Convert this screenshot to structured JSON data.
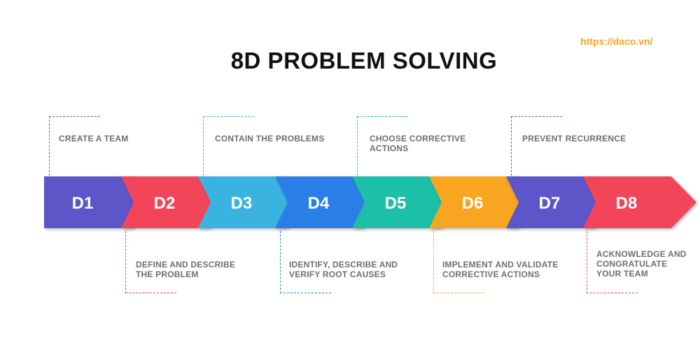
{
  "header": {
    "url": "https://daco.vn/",
    "title": "8D PROBLEM SOLVING"
  },
  "colors": {
    "D1": "#5b57c9",
    "D2": "#f2455a",
    "D3": "#3ab3e0",
    "D4": "#2a7fe6",
    "D5": "#1fbfa7",
    "D6": "#f8a623",
    "D7": "#5b57c9",
    "D8": "#f2455a"
  },
  "steps": [
    {
      "code": "D1",
      "text": "CREATE A TEAM"
    },
    {
      "code": "D2",
      "text": "DEFINE AND DESCRIBE\nTHE PROBLEM"
    },
    {
      "code": "D3",
      "text": "CONTAIN THE PROBLEMS"
    },
    {
      "code": "D4",
      "text": "IDENTIFY, DESCRIBE AND\nVERIFY ROOT CAUSES"
    },
    {
      "code": "D5",
      "text": "CHOOSE CORRECTIVE\nACTIONS"
    },
    {
      "code": "D6",
      "text": "IMPLEMENT AND VALIDATE\nCORRECTIVE ACTIONS"
    },
    {
      "code": "D7",
      "text": "PREVENT RECURRENCE"
    },
    {
      "code": "D8",
      "text": "ACKNOWLEDGE AND\nCONGRATULATE\nYOUR TEAM"
    }
  ]
}
